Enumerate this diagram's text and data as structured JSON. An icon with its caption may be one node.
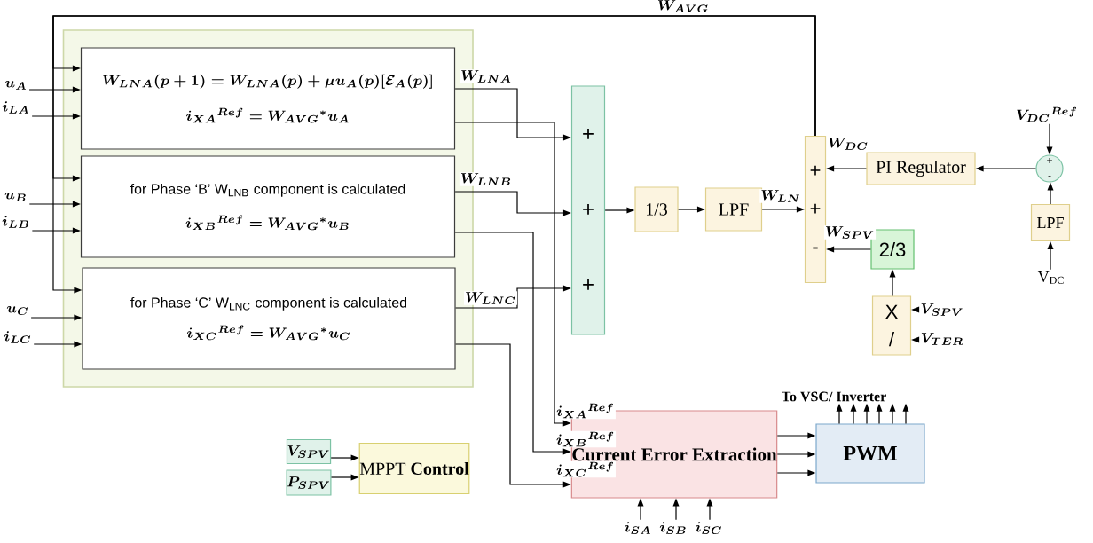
{
  "diagram": {
    "nodes": [
      {
        "text": [],
        "shape": "box"
      },
      {
        "text": [
          "W_{LNA}(p+1)=W_{LNA}(p)+\\mu u_{A}(p)[\\mathcal{E}_{A}(p)]",
          "i_{XA}{}^{Ref}=W_{AVG}{}^{*}u_{A}"
        ],
        "in": 0
      },
      {
        "text": [
          "for Phase ‘B’ W$_{LNB}$ component is calculated",
          "i_{XB}{}^{Ref}=W_{AVG}{}^{*}u_{B}"
        ],
        "in": 0
      },
      {
        "text": [
          "for Phase ‘C’ W$_{LNC}$ component is calculated",
          "i_{XC}{}^{Ref}=W_{AVG}{}^{*}u_{C}"
        ],
        "in": 0
      },
      {
        "text": [
          "+",
          "+",
          "+"
        ]
      },
      {
        "text": [
          "1/3"
        ]
      },
      {
        "text": [
          "LPF"
        ]
      },
      {
        "text": [
          "+",
          "+",
          "-"
        ]
      },
      {
        "text": [
          "PI Regulator"
        ]
      },
      {
        "text": [
          "+",
          "-"
        ]
      },
      {
        "text": [
          "LPF"
        ]
      },
      {
        "text": [
          "2/3"
        ]
      },
      {
        "text": [
          "X",
          "/"
        ]
      },
      {
        "text": [
          "Current Error Extraction"
        ]
      },
      {
        "text": [
          "PWM"
        ]
      },
      {
        "text": [
          "V_{SPV}"
        ]
      },
      {
        "text": [
          "P_{SPV}"
        ]
      },
      {
        "text": [
          "MPPT **Control**"
        ]
      },
      {
        "text": [
          "u_{A}"
        ]
      },
      {
        "text": [
          "i_{LA}"
        ]
      },
      {
        "text": [
          "u_{B}"
        ]
      },
      {
        "text": [
          "i_{LB}"
        ]
      },
      {
        "text": [
          "u_{C}"
        ]
      },
      {
        "text": [
          "i_{LC}"
        ]
      },
      {
        "text": [
          "V_{DC}{}^{Ref}"
        ]
      },
      {
        "text": [
          "V$_{DC}$"
        ]
      },
      {
        "text": [
          "V_{SPV}"
        ]
      },
      {
        "text": [
          "V_{TER}"
        ]
      },
      {
        "text": [
          "i_{SA}"
        ]
      },
      {
        "text": [
          "i_{SB}"
        ]
      },
      {
        "text": [
          "i_{SC}"
        ]
      },
      {
        "text": [
          "To VSC/ Inverter"
        ]
      }
    ],
    "edges": [
      {
        "from": 7,
        "to": 1,
        "arrow": "to",
        "label": "W_{AVG}"
      },
      {
        "from": 7,
        "to": 2,
        "arrow": "to"
      },
      {
        "from": 7,
        "to": 3,
        "arrow": "to"
      },
      {
        "from": 18,
        "to": 1,
        "arrow": "to"
      },
      {
        "from": 19,
        "to": 1,
        "arrow": "to"
      },
      {
        "from": 20,
        "to": 2,
        "arrow": "to"
      },
      {
        "from": 21,
        "to": 2,
        "arrow": "to"
      },
      {
        "from": 22,
        "to": 3,
        "arrow": "to"
      },
      {
        "from": 23,
        "to": 3,
        "arrow": "to"
      },
      {
        "from": 1,
        "to": 4,
        "arrow": "to",
        "label": "W_{LNA}"
      },
      {
        "from": 2,
        "to": 4,
        "arrow": "to",
        "label": "W_{LNB}"
      },
      {
        "from": 3,
        "to": 4,
        "arrow": "to",
        "label": "W_{LNC}"
      },
      {
        "from": 1,
        "to": 13,
        "arrow": "to",
        "label": "i_{XA}{}^{Ref}"
      },
      {
        "from": 2,
        "to": 13,
        "arrow": "to",
        "label": "i_{XB}{}^{Ref}"
      },
      {
        "from": 3,
        "to": 13,
        "arrow": "to",
        "label": "i_{XC}{}^{Ref}"
      },
      {
        "from": 4,
        "to": 5,
        "arrow": "to"
      },
      {
        "from": 5,
        "to": 6,
        "arrow": "to"
      },
      {
        "from": 6,
        "to": 7,
        "arrow": "to",
        "label": "W_{LN}"
      },
      {
        "from": 8,
        "to": 7,
        "arrow": "to",
        "label": "W_{DC}"
      },
      {
        "from": 11,
        "to": 7,
        "arrow": "to",
        "label": "W_{SPV}"
      },
      {
        "from": 9,
        "to": 8,
        "arrow": "to"
      },
      {
        "from": 24,
        "to": 9,
        "arrow": "to"
      },
      {
        "from": 10,
        "to": 9,
        "arrow": "to"
      },
      {
        "from": 25,
        "to": 10,
        "arrow": "to"
      },
      {
        "from": 12,
        "to": 11,
        "arrow": "to"
      },
      {
        "from": 26,
        "to": 12,
        "arrow": "to"
      },
      {
        "from": 27,
        "to": 12,
        "arrow": "to"
      },
      {
        "from": 28,
        "to": 13,
        "arrow": "to"
      },
      {
        "from": 29,
        "to": 13,
        "arrow": "to"
      },
      {
        "from": 30,
        "to": 13,
        "arrow": "to"
      },
      {
        "from": 13,
        "to": 14,
        "arrow": "to"
      },
      {
        "from": 13,
        "to": 14,
        "arrow": "to"
      },
      {
        "from": 13,
        "to": 14,
        "arrow": "to"
      },
      {
        "from": 14,
        "to": 31,
        "arrow": "to"
      },
      {
        "from": 14,
        "to": 31,
        "arrow": "to"
      },
      {
        "from": 14,
        "to": 31,
        "arrow": "to"
      },
      {
        "from": 14,
        "to": 31,
        "arrow": "to"
      },
      {
        "from": 14,
        "to": 31,
        "arrow": "to"
      },
      {
        "from": 14,
        "to": 31,
        "arrow": "to"
      },
      {
        "from": 15,
        "to": 17,
        "arrow": "to"
      },
      {
        "from": 16,
        "to": 17,
        "arrow": "to"
      }
    ]
  }
}
